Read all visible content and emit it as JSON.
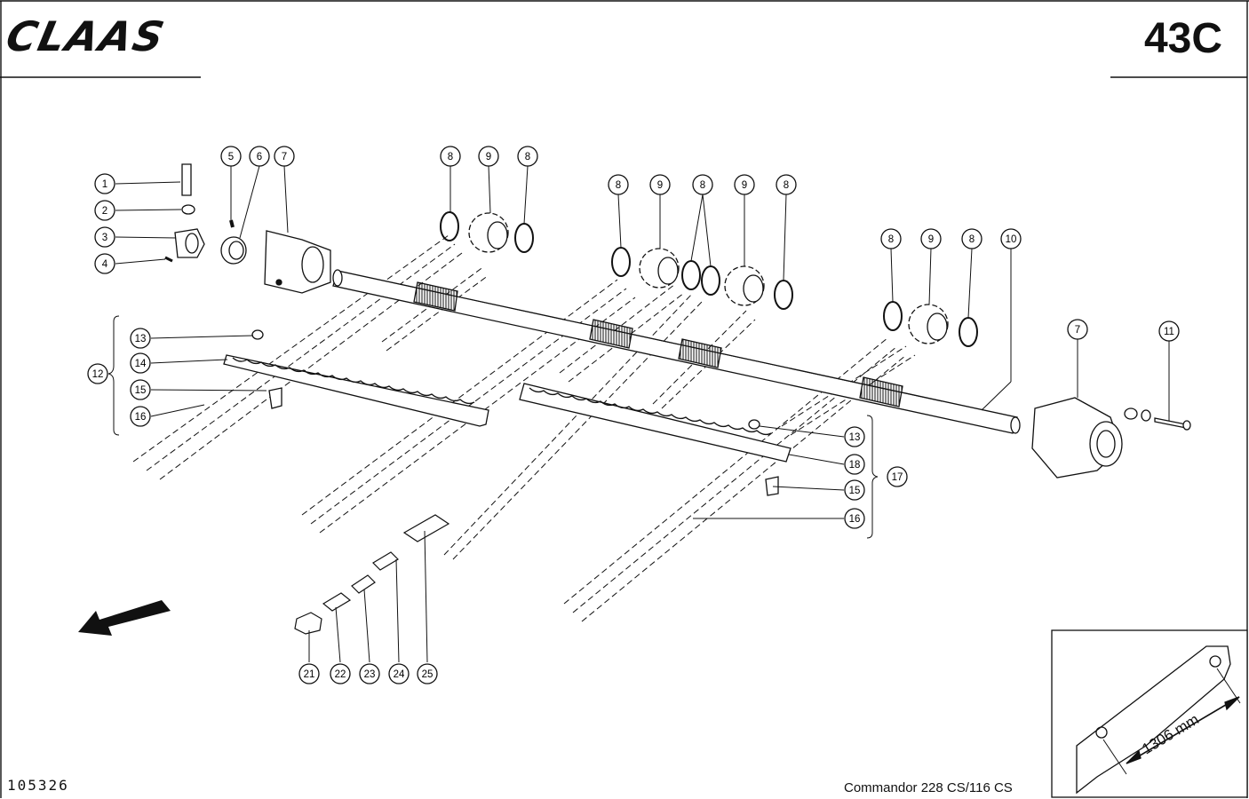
{
  "header": {
    "brand": "CLAAS",
    "page_code": "43C"
  },
  "footer": {
    "reference_number": "105326",
    "model": "Commandor  228 CS/116 CS"
  },
  "inset": {
    "dimension": "1306 mm"
  },
  "callouts": [
    "1",
    "2",
    "3",
    "4",
    "5",
    "6",
    "7",
    "8",
    "9",
    "8",
    "8",
    "9",
    "8",
    "9",
    "8",
    "8",
    "9",
    "8",
    "10",
    "7",
    "11",
    "12",
    "13",
    "14",
    "15",
    "16",
    "13",
    "18",
    "15",
    "17",
    "16",
    "21",
    "22",
    "23",
    "24",
    "25"
  ]
}
